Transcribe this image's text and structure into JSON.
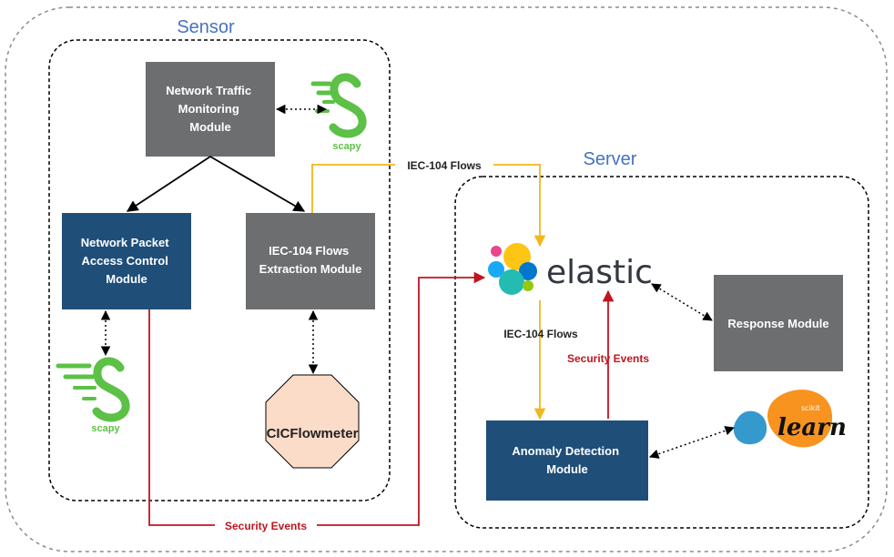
{
  "titles": {
    "sensor": "Sensor",
    "server": "Server"
  },
  "modules": {
    "traffic_monitoring": [
      "Network Traffic",
      "Monitoring",
      "Module"
    ],
    "packet_access_control": [
      "Network Packet",
      "Access Control",
      "Module"
    ],
    "flows_extraction": [
      "IEC-104 Flows",
      "Extraction Module"
    ],
    "response": "Response Module",
    "anomaly_detection": [
      "Anomaly Detection",
      "Module"
    ]
  },
  "tools": {
    "cicflowmeter": "CICFlowmeter",
    "scapy": "scapy",
    "elastic": "elastic",
    "sklearn_small": "scikit",
    "sklearn_large": "learn"
  },
  "edges": {
    "flows_to_elastic": "IEC-104 Flows",
    "flows_elastic_to_anomaly": "IEC-104 Flows",
    "security_events_up": "Security Events",
    "security_events_bottom": "Security Events"
  },
  "colors": {
    "gray_module": "#6d6e70",
    "navy_module": "#1f4e79",
    "octagon_fill": "#fbdcc9",
    "title_blue": "#4472c4",
    "yellow_flow": "#f2b71c",
    "red_events": "#c0151f",
    "scapy_green": "#5cc146",
    "sklearn_orange": "#f7931e",
    "sklearn_blue": "#3499cd"
  }
}
